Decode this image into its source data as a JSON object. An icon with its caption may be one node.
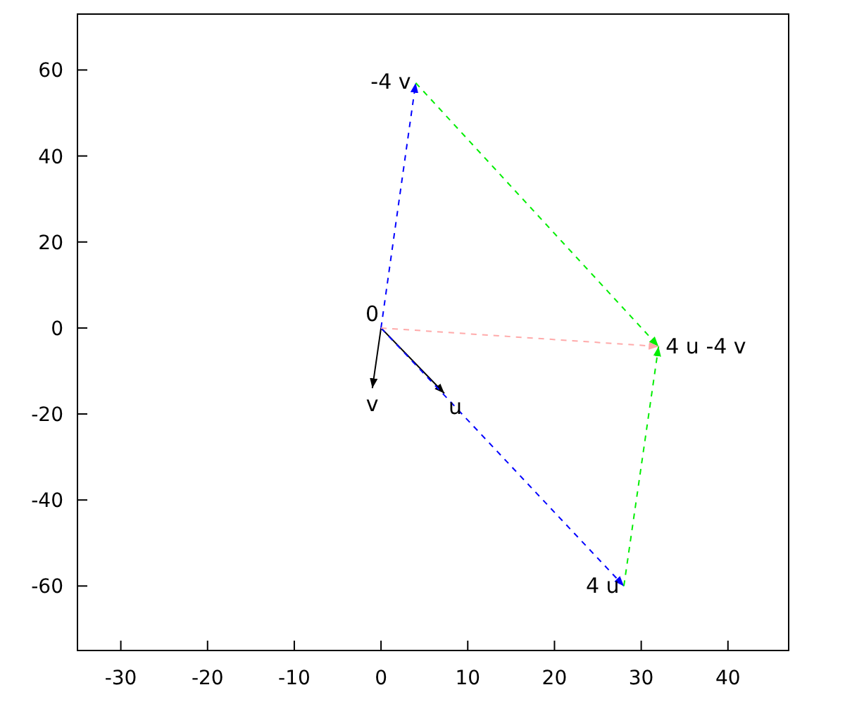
{
  "diagram": {
    "nodes": [
      {
        "text": [
          "-4 v"
        ]
      },
      {
        "text": [
          "0"
        ]
      },
      {
        "text": [
          "4 u -4 v"
        ]
      },
      {
        "text": [
          "v"
        ]
      },
      {
        "text": [
          "u"
        ]
      },
      {
        "text": [
          "4 u"
        ]
      }
    ],
    "edges": [
      {
        "from": 1,
        "to": 3,
        "arrow": "to"
      },
      {
        "from": 1,
        "to": 4,
        "arrow": "to"
      },
      {
        "from": 1,
        "to": 0,
        "arrow": "to",
        "style": "dashed",
        "color": "#0000ff"
      },
      {
        "from": 1,
        "to": 5,
        "arrow": "to",
        "style": "dashed",
        "color": "#0000ff"
      },
      {
        "from": 0,
        "to": 2,
        "arrow": "to",
        "style": "dashed",
        "color": "#00ee00"
      },
      {
        "from": 5,
        "to": 2,
        "arrow": "to",
        "style": "dashed",
        "color": "#00ee00"
      },
      {
        "from": 1,
        "to": 2,
        "arrow": "to",
        "style": "dashed",
        "color": "#ffaaaa"
      }
    ],
    "chart_data": {
      "type": "line",
      "xlim": [
        -35,
        47
      ],
      "ylim": [
        -75,
        73
      ],
      "xticks": [
        -30,
        -20,
        -10,
        0,
        10,
        20,
        30,
        40
      ],
      "yticks": [
        -60,
        -40,
        -20,
        0,
        20,
        40,
        60
      ]
    }
  }
}
